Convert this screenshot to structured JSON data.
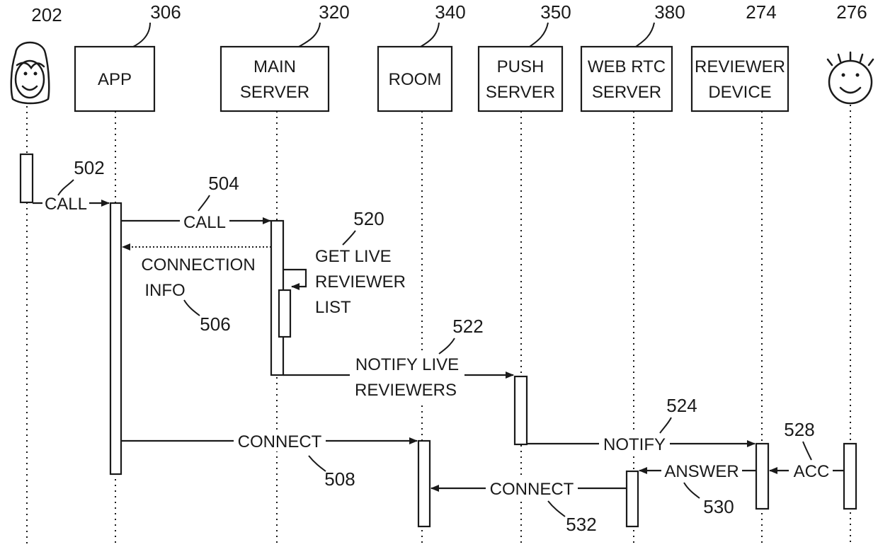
{
  "participants": [
    {
      "id": "user",
      "ref": "202"
    },
    {
      "id": "app",
      "ref": "306",
      "lines": [
        "APP"
      ]
    },
    {
      "id": "main_server",
      "ref": "320",
      "lines": [
        "MAIN",
        "SERVER"
      ]
    },
    {
      "id": "room",
      "ref": "340",
      "lines": [
        "ROOM"
      ]
    },
    {
      "id": "push_server",
      "ref": "350",
      "lines": [
        "PUSH",
        "SERVER"
      ]
    },
    {
      "id": "webrtc_server",
      "ref": "380",
      "lines": [
        "WEB RTC",
        "SERVER"
      ]
    },
    {
      "id": "reviewer_device",
      "ref": "274",
      "lines": [
        "REVIEWER",
        "DEVICE"
      ]
    },
    {
      "id": "reviewer",
      "ref": "276"
    }
  ],
  "messages": [
    {
      "id": "call1",
      "lines": [
        "CALL"
      ],
      "ref": "502"
    },
    {
      "id": "call2",
      "lines": [
        "CALL"
      ],
      "ref": "504"
    },
    {
      "id": "connection_info",
      "lines": [
        "CONNECTION",
        "INFO"
      ],
      "ref": "506"
    },
    {
      "id": "get_live",
      "lines": [
        "GET LIVE",
        "REVIEWER",
        "LIST"
      ],
      "ref": "520"
    },
    {
      "id": "notify_live",
      "lines": [
        "NOTIFY LIVE",
        "REVIEWERS"
      ],
      "ref": "522"
    },
    {
      "id": "connect1",
      "lines": [
        "CONNECT"
      ],
      "ref": "508"
    },
    {
      "id": "notify",
      "lines": [
        "NOTIFY"
      ],
      "ref": "524"
    },
    {
      "id": "acc",
      "lines": [
        "ACC"
      ],
      "ref": "528"
    },
    {
      "id": "answer",
      "lines": [
        "ANSWER"
      ],
      "ref": "530"
    },
    {
      "id": "connect2",
      "lines": [
        "CONNECT"
      ],
      "ref": "532"
    }
  ]
}
